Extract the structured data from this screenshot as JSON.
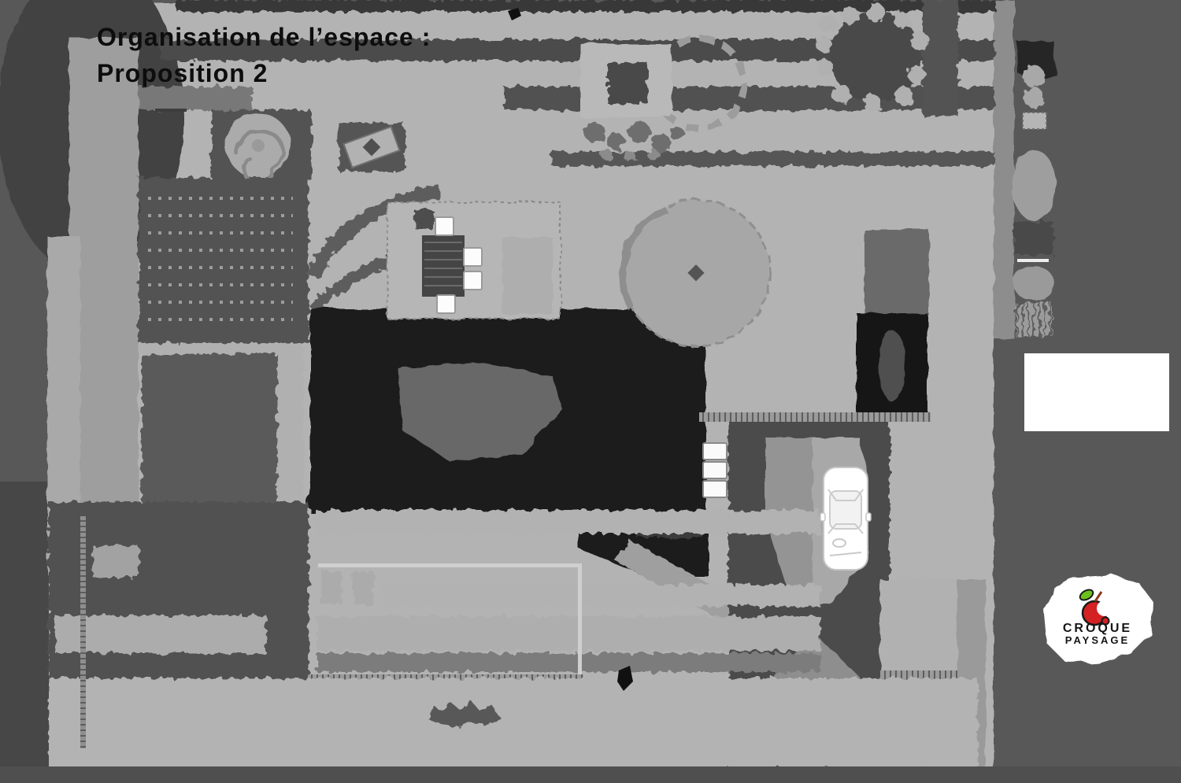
{
  "title": {
    "line1": "Organisation de l’espace :",
    "line2": "Proposition 2"
  },
  "logo": {
    "line1": "CROQUE",
    "line2": "PAYSAGE",
    "icon": "bitten-apple-icon"
  },
  "palette": {
    "background": "#585858",
    "lawn": "#b3b3b3",
    "path_light": "#9e9e9e",
    "path_medium": "#8d8d8d",
    "planting_dark": "#515151",
    "hedge_dark": "#3d3d3d",
    "house_black": "#1c1c1c",
    "courtyard_gray": "#686868",
    "panel_white": "#ffffff",
    "apple_red": "#d42222",
    "leaf_green": "#6cc01c",
    "title_text": "#0d0d0d"
  },
  "icons": {
    "car": "car-top-view-icon",
    "apple": "bitten-apple-icon",
    "table": "garden-table-icon",
    "chair": "garden-chair-icon",
    "bin": "storage-bin-icon",
    "tree": "tree-canopy-icon"
  }
}
